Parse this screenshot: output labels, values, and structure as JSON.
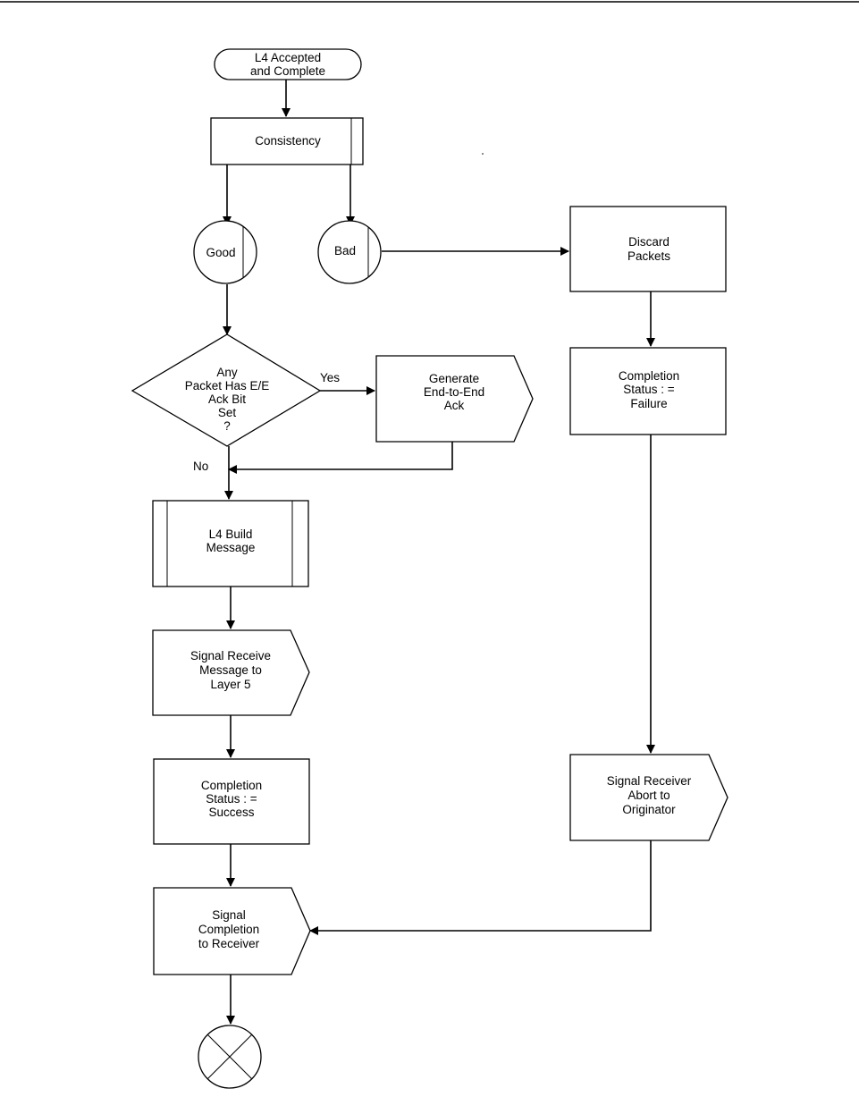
{
  "diagram": {
    "nodes": {
      "start": [
        "L4 Accepted",
        "and Complete"
      ],
      "consistency": [
        "Consistency"
      ],
      "good": [
        "Good"
      ],
      "bad": [
        "Bad"
      ],
      "discard": [
        "Discard",
        "Packets"
      ],
      "decision": [
        "Any",
        "Packet Has E/E",
        "Ack Bit",
        "Set",
        "?"
      ],
      "generate_ack": [
        "Generate",
        "End-to-End",
        "Ack"
      ],
      "status_failure": [
        "Completion",
        "Status : =",
        "Failure"
      ],
      "build_message": [
        "L4 Build",
        "Message"
      ],
      "signal_receive": [
        "Signal Receive",
        "Message to",
        "Layer 5"
      ],
      "status_success": [
        "Completion",
        "Status : =",
        "Success"
      ],
      "signal_abort": [
        "Signal Receiver",
        "Abort to",
        "Originator"
      ],
      "signal_completion": [
        "Signal",
        "Completion",
        "to Receiver"
      ]
    },
    "edge_labels": {
      "yes": "Yes",
      "no": "No"
    },
    "edges": [
      [
        "start",
        "consistency"
      ],
      [
        "consistency",
        "good"
      ],
      [
        "consistency",
        "bad"
      ],
      [
        "bad",
        "discard"
      ],
      [
        "good",
        "decision"
      ],
      [
        "decision",
        "generate_ack",
        "Yes"
      ],
      [
        "decision",
        "build_message",
        "No"
      ],
      [
        "generate_ack",
        "build_message"
      ],
      [
        "discard",
        "status_failure"
      ],
      [
        "status_failure",
        "signal_abort"
      ],
      [
        "build_message",
        "signal_receive"
      ],
      [
        "signal_receive",
        "status_success"
      ],
      [
        "status_success",
        "signal_completion"
      ],
      [
        "signal_abort",
        "signal_completion"
      ],
      [
        "signal_completion",
        "terminator"
      ]
    ]
  }
}
